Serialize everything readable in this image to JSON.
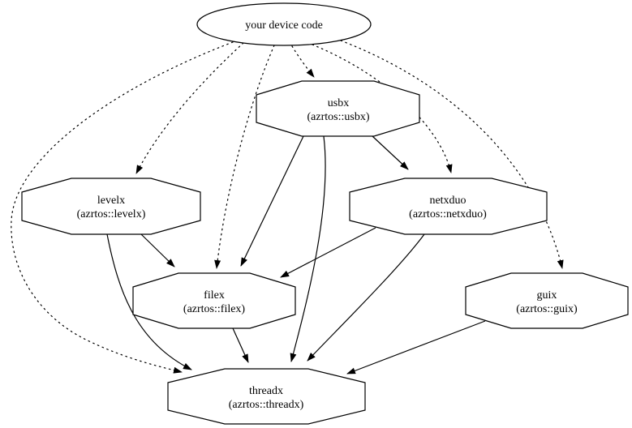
{
  "diagram": {
    "background_color": "#ffffff",
    "line_color": "#000000",
    "nodes": [
      {
        "id": "device",
        "shape": "ellipse",
        "label": "your device code",
        "sublabel": ""
      },
      {
        "id": "usbx",
        "shape": "octagon",
        "label": "usbx",
        "sublabel": "(azrtos::usbx)"
      },
      {
        "id": "levelx",
        "shape": "octagon",
        "label": "levelx",
        "sublabel": "(azrtos::levelx)"
      },
      {
        "id": "netxduo",
        "shape": "octagon",
        "label": "netxduo",
        "sublabel": "(azrtos::netxduo)"
      },
      {
        "id": "filex",
        "shape": "octagon",
        "label": "filex",
        "sublabel": "(azrtos::filex)"
      },
      {
        "id": "guix",
        "shape": "octagon",
        "label": "guix",
        "sublabel": "(azrtos::guix)"
      },
      {
        "id": "threadx",
        "shape": "octagon",
        "label": "threadx",
        "sublabel": "(azrtos::threadx)"
      }
    ],
    "edges": [
      {
        "from": "your device code",
        "to": "usbx",
        "style": "dotted"
      },
      {
        "from": "your device code",
        "to": "levelx",
        "style": "dotted"
      },
      {
        "from": "your device code",
        "to": "netxduo",
        "style": "dotted"
      },
      {
        "from": "your device code",
        "to": "filex",
        "style": "dotted"
      },
      {
        "from": "your device code",
        "to": "guix",
        "style": "dotted"
      },
      {
        "from": "your device code",
        "to": "threadx",
        "style": "dotted"
      },
      {
        "from": "usbx",
        "to": "netxduo",
        "style": "solid"
      },
      {
        "from": "usbx",
        "to": "filex",
        "style": "solid"
      },
      {
        "from": "usbx",
        "to": "threadx",
        "style": "solid"
      },
      {
        "from": "levelx",
        "to": "filex",
        "style": "solid"
      },
      {
        "from": "levelx",
        "to": "threadx",
        "style": "solid"
      },
      {
        "from": "netxduo",
        "to": "filex",
        "style": "solid"
      },
      {
        "from": "netxduo",
        "to": "threadx",
        "style": "solid"
      },
      {
        "from": "filex",
        "to": "threadx",
        "style": "solid"
      },
      {
        "from": "guix",
        "to": "threadx",
        "style": "solid"
      }
    ]
  }
}
